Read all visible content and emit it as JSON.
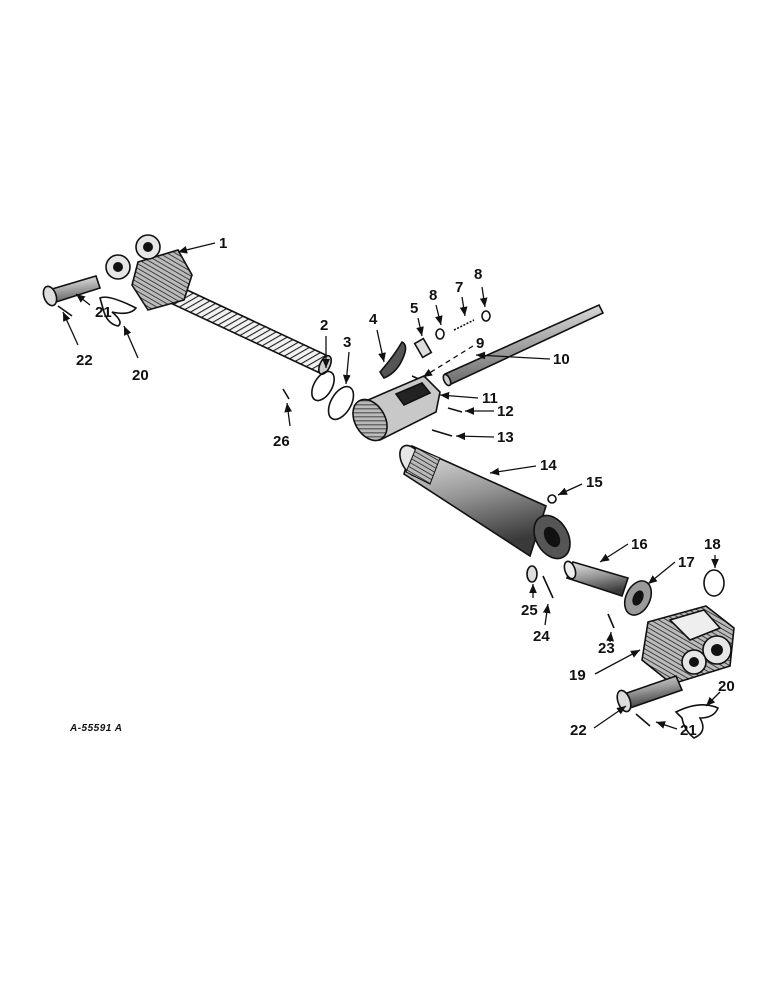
{
  "drawing_ref": "A-55591 A",
  "callouts": [
    "1",
    "2",
    "3",
    "4",
    "5",
    "8",
    "7",
    "8",
    "9",
    "10",
    "11",
    "12",
    "13",
    "14",
    "15",
    "16",
    "17",
    "18",
    "19",
    "20",
    "21",
    "22",
    "23",
    "24",
    "25",
    "26",
    "20",
    "21",
    "22"
  ]
}
